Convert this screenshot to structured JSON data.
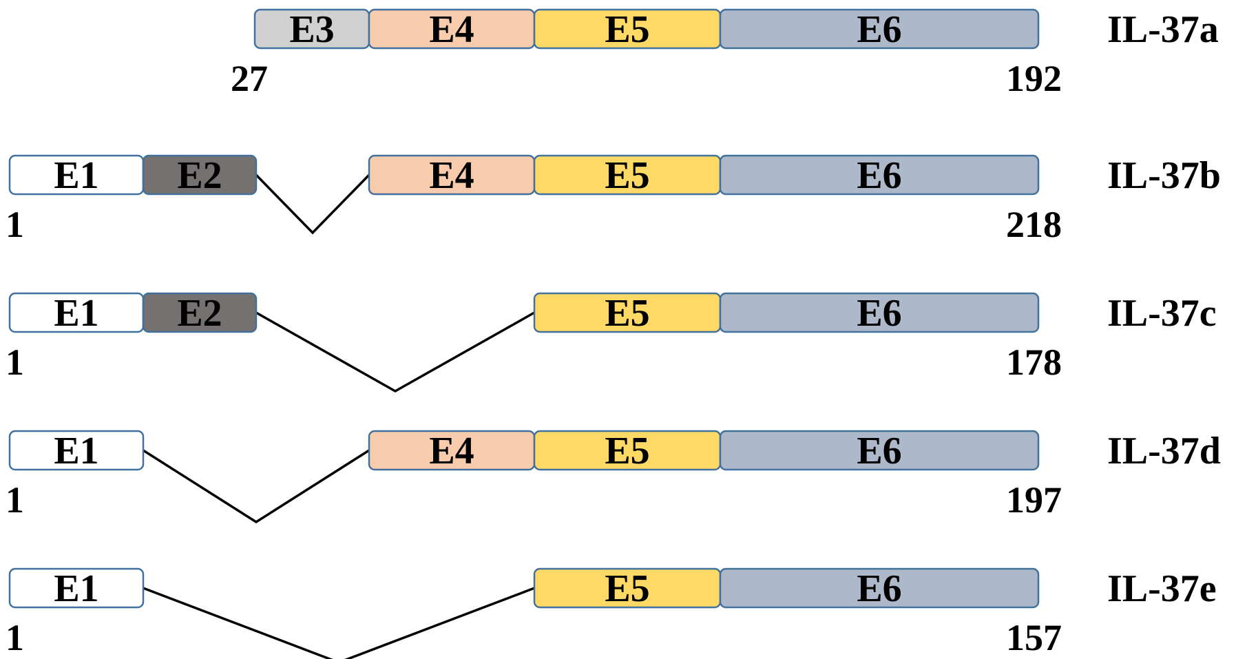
{
  "exon_colors": {
    "E1": "#ffffff",
    "E2": "#767171",
    "E3": "#d0d0d0",
    "E4": "#f8cbad",
    "E5": "#ffd966",
    "E6": "#adb9ca"
  },
  "exon_border_color": "#41719c",
  "isoforms": [
    {
      "name": "IL-37a",
      "exons": [
        "E3",
        "E4",
        "E5",
        "E6"
      ],
      "start": "27",
      "end": "192"
    },
    {
      "name": "IL-37b",
      "exons": [
        "E1",
        "E2",
        "E4",
        "E5",
        "E6"
      ],
      "start": "1",
      "end": "218"
    },
    {
      "name": "IL-37c",
      "exons": [
        "E1",
        "E2",
        "E5",
        "E6"
      ],
      "start": "1",
      "end": "178"
    },
    {
      "name": "IL-37d",
      "exons": [
        "E1",
        "E4",
        "E5",
        "E6"
      ],
      "start": "1",
      "end": "197"
    },
    {
      "name": "IL-37e",
      "exons": [
        "E1",
        "E5",
        "E6"
      ],
      "start": "1",
      "end": "157"
    }
  ]
}
